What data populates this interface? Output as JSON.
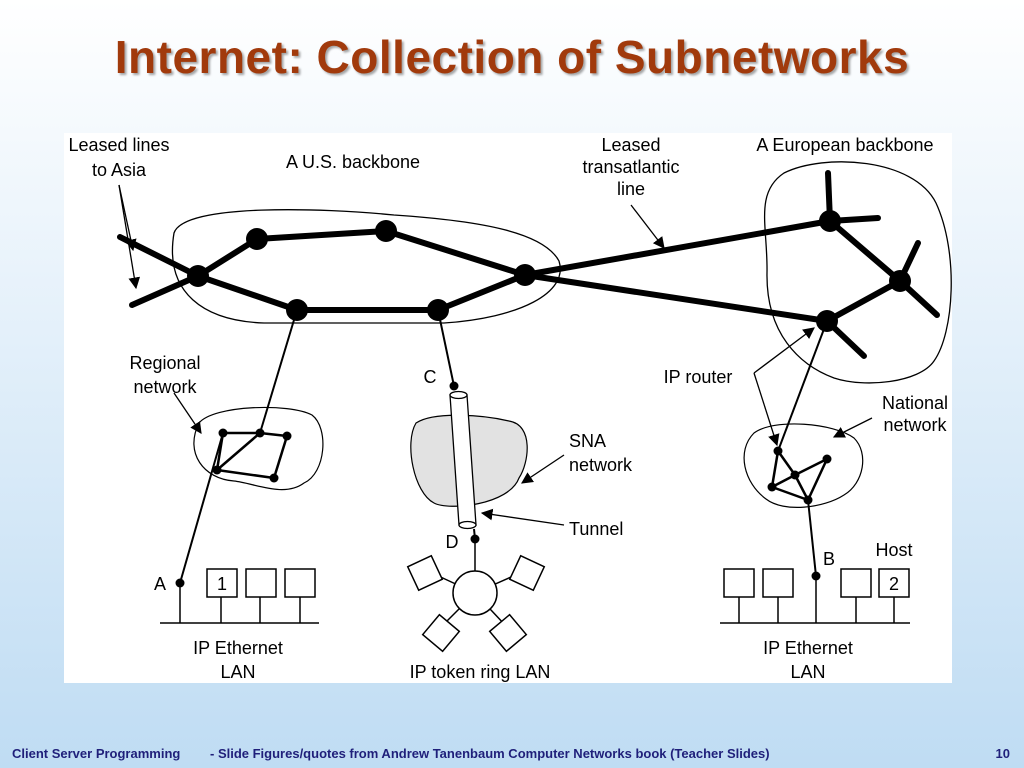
{
  "slide": {
    "title": "Internet: Collection of Subnetworks"
  },
  "diagram": {
    "labels": {
      "leased_lines_1": "Leased lines",
      "leased_lines_2": "to Asia",
      "us_backbone": "A U.S. backbone",
      "transatlantic_1": "Leased",
      "transatlantic_2": "transatlantic",
      "transatlantic_3": "line",
      "european_backbone": "A European backbone",
      "regional_1": "Regional",
      "regional_2": "network",
      "point_c": "C",
      "point_d": "D",
      "point_a": "A",
      "point_b": "B",
      "ip_router": "IP router",
      "national_1": "National",
      "national_2": "network",
      "sna_1": "SNA",
      "sna_2": "network",
      "tunnel": "Tunnel",
      "host": "Host",
      "host_1": "1",
      "host_2": "2",
      "left_lan_1": "IP Ethernet",
      "left_lan_2": "LAN",
      "token_ring_lan": "IP token ring LAN",
      "right_lan_1": "IP Ethernet",
      "right_lan_2": "LAN"
    }
  },
  "footer": {
    "course": "Client Server Programming",
    "source": "- Slide Figures/quotes from Andrew  Tanenbaum Computer  Networks book (Teacher  Slides)",
    "page": "10"
  }
}
